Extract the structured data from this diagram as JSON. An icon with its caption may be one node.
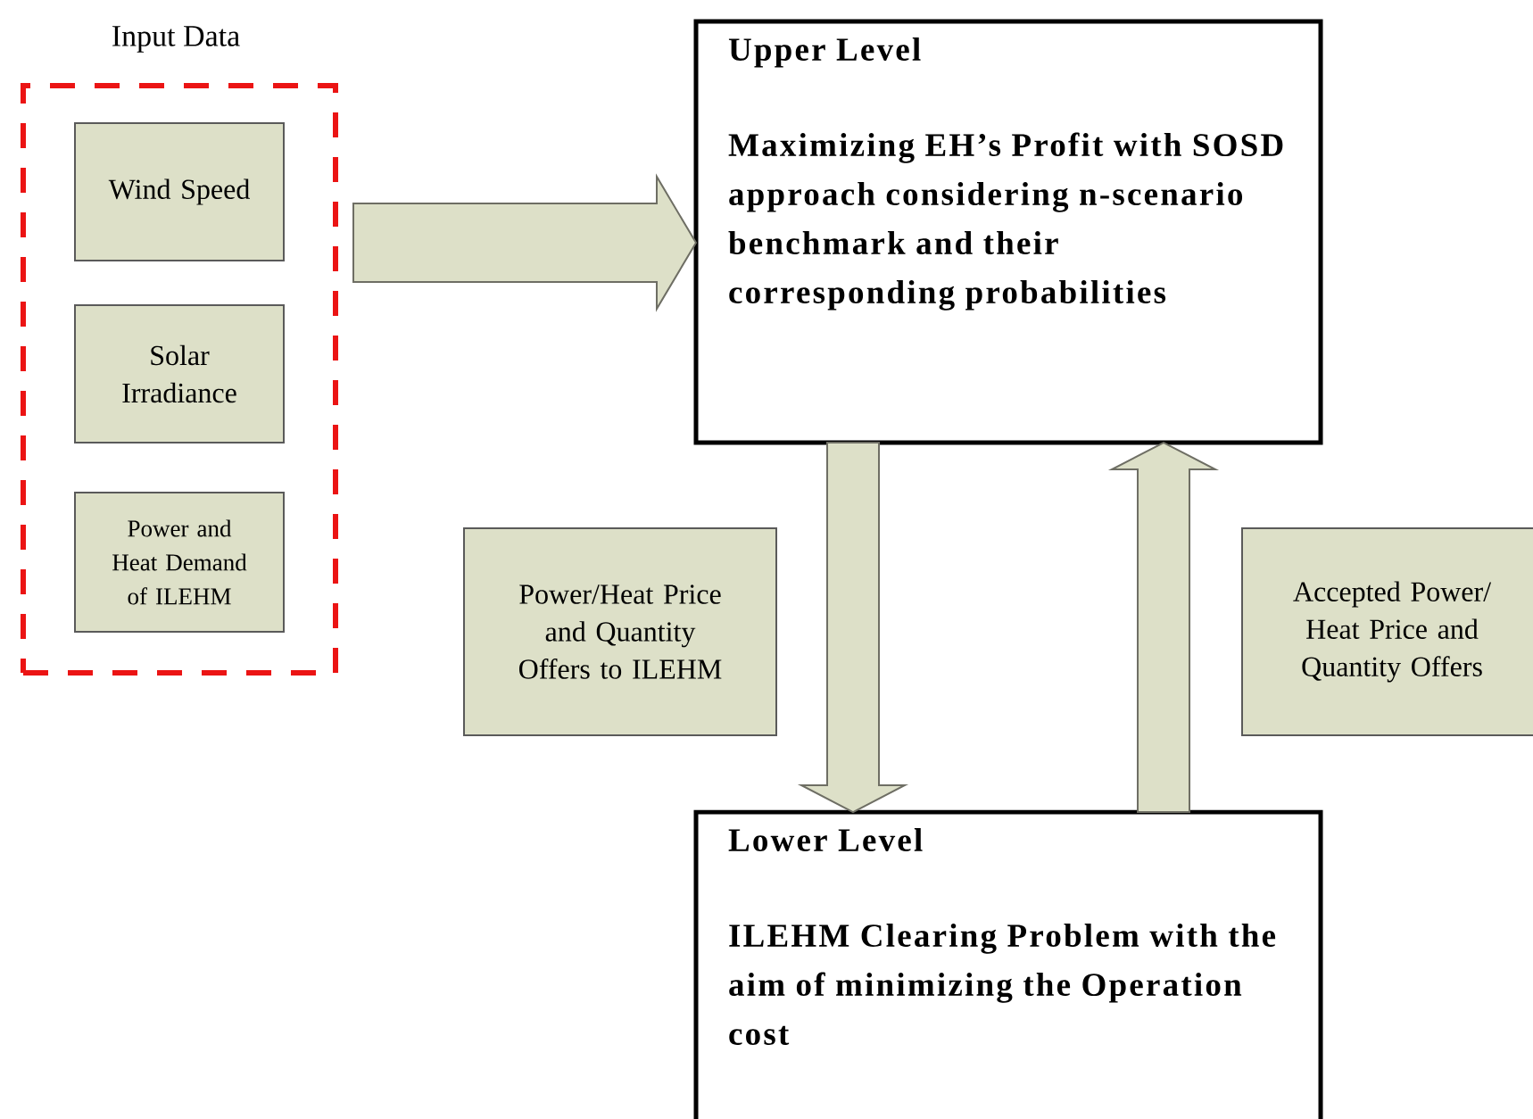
{
  "diagram": {
    "nodes": [
      {
        "text": [
          "Input Data"
        ]
      },
      {
        "text": [
          "Wind Speed"
        ],
        "in": 0
      },
      {
        "text": [
          "Solar Irradiance"
        ],
        "in": 0
      },
      {
        "text": [
          "Power and Heat Demand of ILEHM"
        ],
        "in": 0
      },
      {
        "text": [
          "Upper Level",
          "Maximizing EH’s Profit with SOSD approach considering n-scenario benchmark and their corresponding probabilities"
        ]
      },
      {
        "text": [
          "Power/Heat Price and Quantity Offers to ILEHM"
        ]
      },
      {
        "text": [
          "Lower Level",
          "ILEHM Clearing Problem with the aim of minimizing the Operation cost"
        ]
      },
      {
        "text": [
          "Accepted Power/ Heat Price and Quantity Offers"
        ]
      }
    ],
    "edges": [
      {
        "from": 0,
        "to": 4,
        "arrow": "to"
      },
      {
        "from": 4,
        "to": 6,
        "arrow": "to"
      },
      {
        "from": 6,
        "to": 4,
        "arrow": "to"
      }
    ]
  }
}
